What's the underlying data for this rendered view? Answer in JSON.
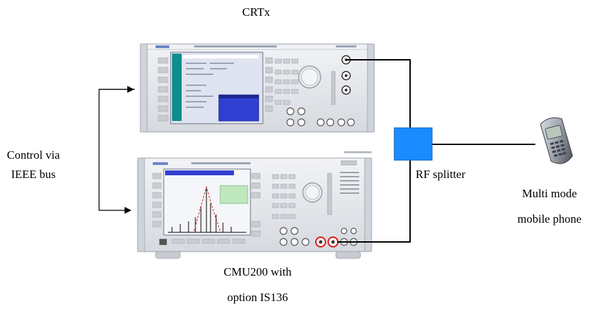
{
  "labels": {
    "crtx": "CRTx",
    "control_line1": "Control via",
    "control_line2": "IEEE bus",
    "rf_splitter": "RF splitter",
    "phone_line1": "Multi mode",
    "phone_line2": "mobile phone",
    "cmu_line1": "CMU200 with",
    "cmu_line2": "option IS136"
  },
  "colors": {
    "splitter": "#1a8cff",
    "wire": "#000000",
    "screen_blue": "#2f3fd0",
    "screen_teal": "#0f8c8c",
    "chassis": "#e4e6ea",
    "port_red": "#d81818"
  }
}
